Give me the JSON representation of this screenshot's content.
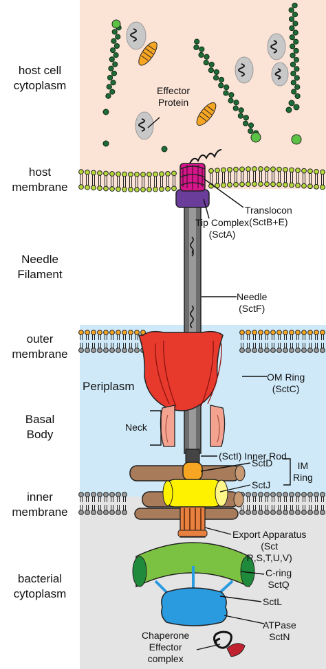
{
  "regions": {
    "host_cytoplasm": "host cell\ncytoplasm",
    "host_membrane": "host\nmembrane",
    "needle_filament": "Needle\nFilament",
    "outer_membrane": "outer\nmembrane",
    "periplasm": "Periplasm",
    "basal_body": "Basal\nBody",
    "inner_membrane": "inner\nmembrane",
    "bacterial_cytoplasm": "bacterial\ncytoplasm"
  },
  "callouts": {
    "effector_protein": "Effector\nProtein",
    "translocon": "Translocon\n(SctB+E)",
    "tip_complex": "Tip Complex\n(SctA)",
    "needle": "Needle\n(SctF)",
    "om_ring": "OM Ring\n(SctC)",
    "neck": "Neck",
    "inner_rod": "(SctI) Inner Rod",
    "sctd": "SctD",
    "im_ring": "IM\nRing",
    "sctj": "SctJ",
    "export_apparatus": "Export Apparatus\n(Sct\nR,S,T,U,V)",
    "c_ring": "C-ring\nSctQ",
    "sctl": "SctL",
    "atpase": "ATPase\nSctN",
    "chaperone": "Chaperone\nEffector\ncomplex"
  },
  "colors": {
    "host_cytoplasm_bg": "#fbe3d6",
    "periplasm_bg": "#cfe9f8",
    "bacterial_cytoplasm_bg": "#e3e3e3",
    "om_ring": "#e8392d",
    "neck": "#f4a391",
    "translocon": "#d6168b",
    "tip_complex": "#6a3d9a",
    "im_ring_brown": "#a87c5a",
    "sctj_yellow": "#fff200",
    "sctd_orange": "#f7a623",
    "c_ring_green": "#7cc242",
    "atpase_blue": "#2b9be0",
    "actin_green": "#1f6b35",
    "membrane_head_green": "#b6d83c",
    "om_head_orange": "#f7a623"
  }
}
